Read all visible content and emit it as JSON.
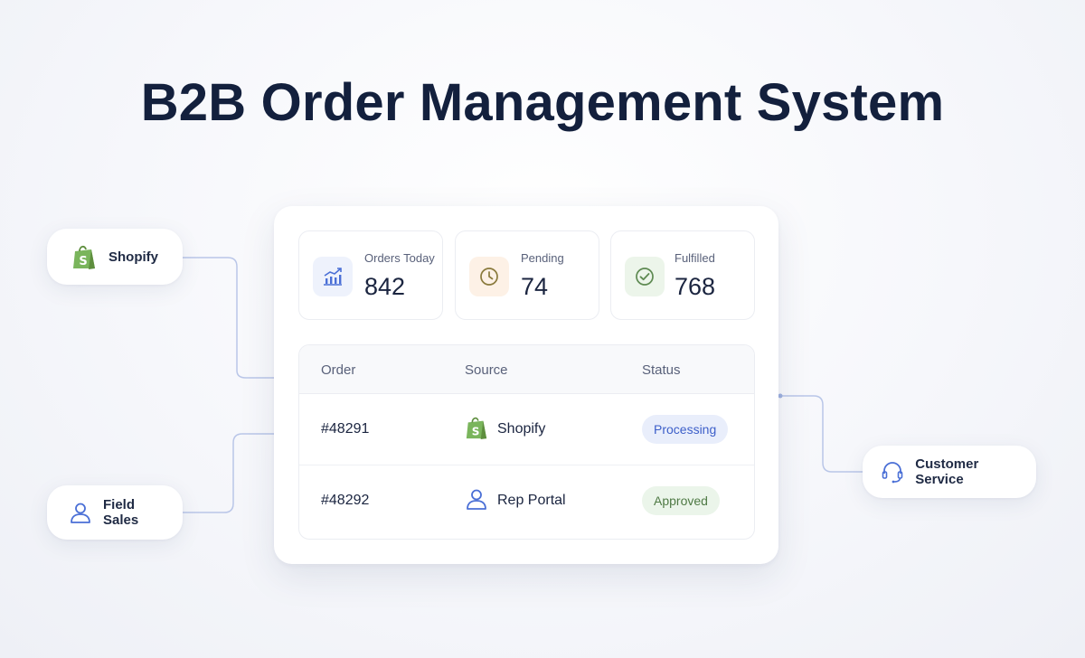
{
  "title": "B2B Order Management System",
  "colors": {
    "title": "#13203d",
    "connector": "#b9c6e8",
    "processing_bg": "#e9eefb",
    "processing_text": "#3d5fc9",
    "approved_bg": "#ebf5ea",
    "approved_text": "#4f7a45",
    "shopify_green": "#7ab55c"
  },
  "sources": {
    "shopify": {
      "label": "Shopify",
      "icon": "shopify-bag-icon"
    },
    "field_sales": {
      "label": "Field Sales",
      "icon": "person-icon"
    }
  },
  "destination": {
    "label": "Customer Service",
    "icon": "headset-icon"
  },
  "dashboard": {
    "stats": [
      {
        "label": "Orders Today",
        "value": "842",
        "icon": "trend-chart-icon"
      },
      {
        "label": "Pending",
        "value": "74",
        "icon": "clock-icon"
      },
      {
        "label": "Fulfilled",
        "value": "768",
        "icon": "check-circle-icon"
      }
    ],
    "table": {
      "headers": [
        "Order",
        "Source",
        "Status"
      ],
      "rows": [
        {
          "order": "#48291",
          "source": "Shopify",
          "source_icon": "shopify-bag-icon",
          "status": "Processing"
        },
        {
          "order": "#48292",
          "source": "Rep Portal",
          "source_icon": "person-icon",
          "status": "Approved"
        }
      ]
    }
  }
}
